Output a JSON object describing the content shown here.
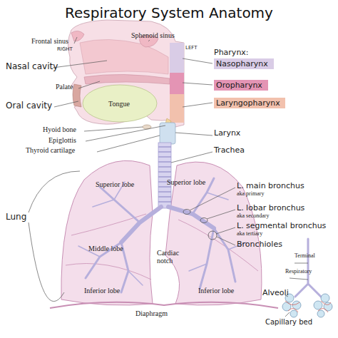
{
  "diagram": {
    "title": "Respiratory System Anatomy",
    "nodes": [
      {
        "text": [
          "Nasopharynx"
        ]
      },
      {
        "text": [
          "Oropharynx"
        ]
      },
      {
        "text": [
          "Laryngopharynx"
        ]
      }
    ],
    "labels": [
      "Frontal sinus",
      "RIGHT",
      "Sphenoid sinus",
      "LEFT",
      "Nasal cavity",
      "Pharynx:",
      "Palate",
      "Oral cavity",
      "Tongue",
      "Hyoid bone",
      "Epiglottis",
      "Thyroid cartilage",
      "Larynx",
      "Trachea",
      "Superior lobe",
      "Superior lobe",
      "L. main bronchus",
      "aka primary",
      "L. lobar bronchus",
      "aka secondary",
      "L. segmental bronchus",
      "aka tertiary",
      "Bronchioles",
      "Lung",
      "Middle lobe",
      "Cardiac notch",
      "Inferior lobe",
      "Inferior lobe",
      "Diaphragm",
      "Terminal",
      "Respiratory",
      "Alveoli",
      "Capillary bed"
    ]
  }
}
